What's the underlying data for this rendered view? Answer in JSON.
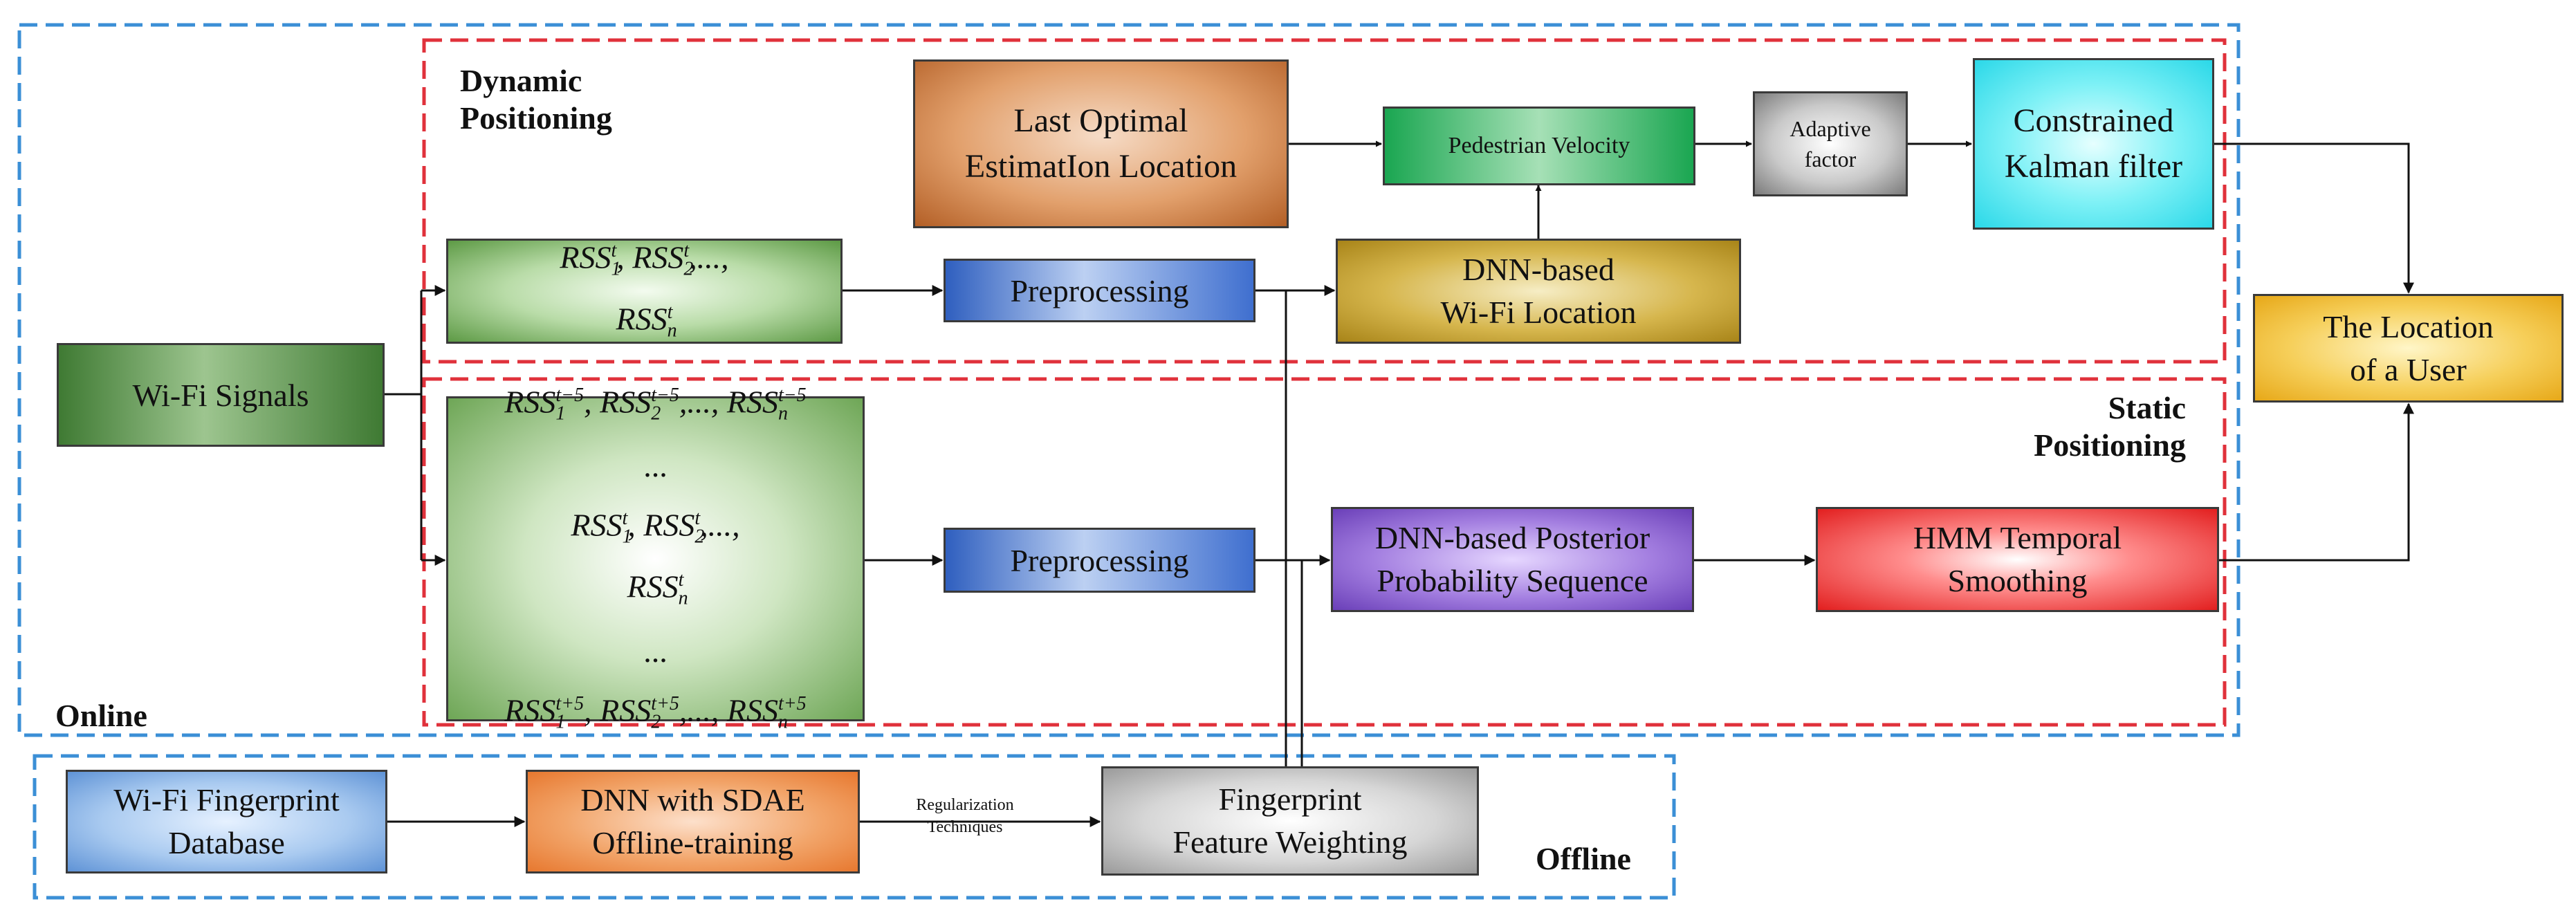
{
  "colors": {
    "online_border": "#3b8fd6",
    "section_border": "#e0313b",
    "arrow": "#111111"
  },
  "sections": {
    "online": "Online",
    "offline": "Offline",
    "dynamic": [
      "Dynamic",
      "Positioning"
    ],
    "static": [
      "Static",
      "Positioning"
    ]
  },
  "boxes": {
    "wifi_signals": [
      "Wi-Fi Signals"
    ],
    "last_optimal": [
      "Last Optimal",
      "EstimatIon Location"
    ],
    "pedestrian_velocity": [
      "Pedestrian Velocity"
    ],
    "adaptive_factor": [
      "Adaptive",
      "factor"
    ],
    "kalman": [
      "Constrained",
      "Kalman filter"
    ],
    "preprocessing_dynamic": [
      "Preprocessing"
    ],
    "dnn_wifi": [
      "DNN-based",
      "Wi-Fi Location"
    ],
    "user_location": [
      "The Location",
      "of a User"
    ],
    "preprocessing_static": [
      "Preprocessing"
    ],
    "dnn_posterior": [
      "DNN-based Posterior",
      "Probability Sequence"
    ],
    "hmm": [
      "HMM Temporal",
      "Smoothing"
    ],
    "fp_database": [
      "Wi-Fi Fingerprint",
      "Database"
    ],
    "dnn_sdae": [
      "DNN with SDAE",
      "Offline-training"
    ],
    "fp_weighting": [
      "Fingerprint",
      "Feature Weighting"
    ]
  },
  "rss": {
    "base": "RSS",
    "sub1": "1",
    "sub2": "2",
    "subn": "n",
    "sup_t": "t",
    "sup_tm5": "t−5",
    "sup_tp5": "t+5",
    "sep": ",",
    "dots": ",...,",
    "ellipsis": "..."
  },
  "edge_labels": {
    "regularization": [
      "Regularization",
      "Techniques"
    ]
  }
}
